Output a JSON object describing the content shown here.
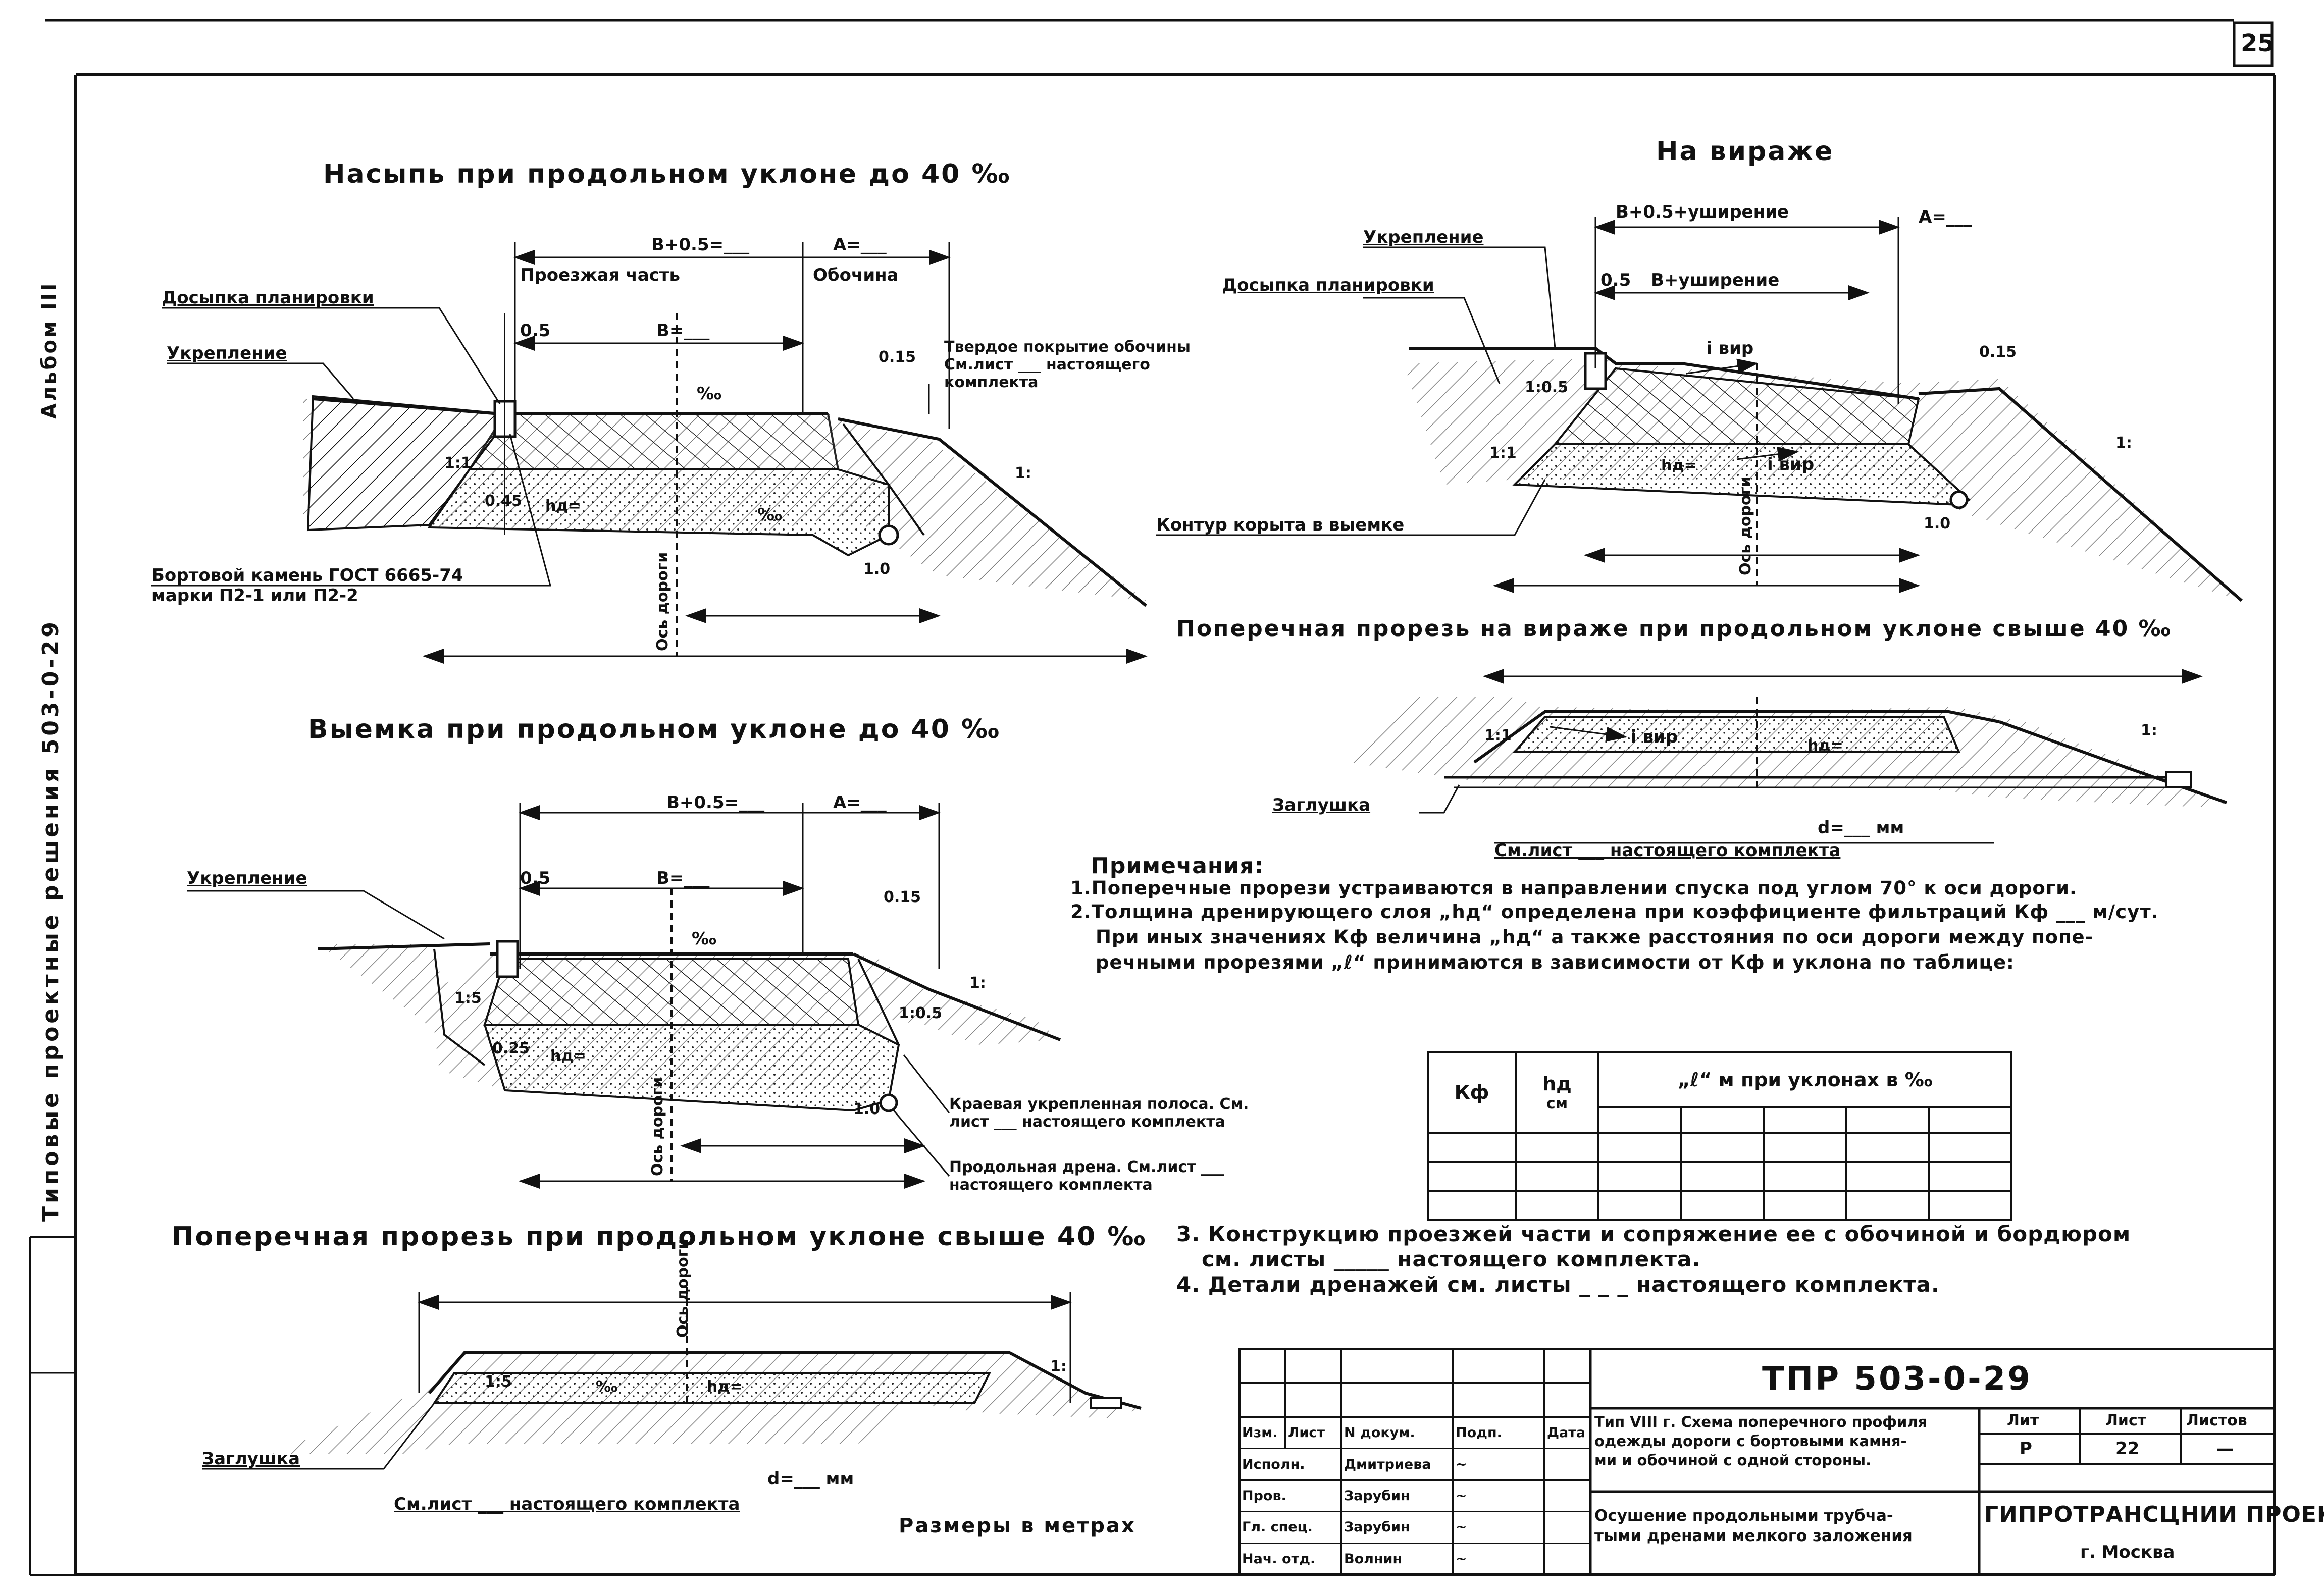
{
  "sheet_number": "25",
  "side_caption": "Типовые проектные решения  503-0-29",
  "album": "Альбом III",
  "sections": {
    "embankment": {
      "title": "Насыпь при продольном уклоне до 40 ‰",
      "dim_total": "В+0.5=___",
      "dim_a": "А=___",
      "carriageway": "Проезжая часть",
      "shoulder": "Обочина",
      "dim_05": "0.5",
      "dim_b": "В=___",
      "dim_015": "0.15",
      "slope_permille": "‰",
      "slope_permille2": "‰",
      "label_dosypka": "Досыпка планировки",
      "label_ukreplenie": "Укрепление",
      "label_hard_cover": "Твердое покрытие обочины",
      "label_see_sheet": "См.лист ___ настоящего",
      "label_kit": "комплекта",
      "label_curb": "Бортовой камень ГОСТ 6665-74",
      "label_curb2": "марки П2-1 или П2-2",
      "axis": "Ось дороги",
      "hd": "hд=",
      "dim_045": "0.45",
      "slope_11": "1:1",
      "dim_10": "1.0",
      "slope_1": "1:",
      "dash": "— — —"
    },
    "cutting": {
      "title": "Выемка при продольном уклоне до 40 ‰",
      "dim_total": "В+0.5=___",
      "dim_a": "А=___",
      "dim_05": "0.5",
      "dim_b": "В=___",
      "dim_015": "0.15",
      "label_ukreplenie": "Укрепление",
      "label_edge": "Краевая укрепленная полоса. См.",
      "label_edge2": "лист ___ настоящего комплекта",
      "label_drain": "Продольная дрена. См.лист ___",
      "label_drain2": "настоящего комплекта",
      "axis": "Ось дороги",
      "hd": "hд=",
      "dim_025": "0.25",
      "slope_15": "1:5",
      "slope_05": "1:0.5",
      "dim_10": "1.0",
      "slope_1": "1:",
      "permille": "‰"
    },
    "transverse": {
      "title": "Поперечная прорезь при продольном уклоне свыше 40 ‰",
      "axis": "Ось дороги",
      "plug": "Заглушка",
      "d": "d=___ мм",
      "see": "См.лист ___ настоящего комплекта",
      "hd": "hд=",
      "permille": "‰",
      "slope_15": "1:5",
      "slope_1": "1:",
      "units": "Размеры в метрах",
      "dash": "— — —"
    },
    "curve": {
      "title": "На вираже",
      "dim_total": "В+0.5+уширение",
      "dim_a": "А=___",
      "dim_05": "0.5",
      "dim_b": "В+уширение",
      "dim_015": "0.15",
      "i_vir": "i вир",
      "label_ukreplenie": "Укрепление",
      "label_dosypka": "Досыпка планировки",
      "label_contour": "Контур корыта в выемке",
      "axis": "Ось дороги",
      "hd": "hд=",
      "slope_11": "1:1",
      "slope_05": "1:0.5",
      "dim_10": "1.0",
      "slope_1": "1:"
    },
    "curve_transverse": {
      "title": "Поперечная прорезь на вираже при продольном уклоне свыше 40 ‰",
      "plug": "Заглушка",
      "d": "d=___ мм",
      "see": "См.лист ___ настоящего комплекта",
      "i_vir": "i вир",
      "hd": "hд=",
      "slope_11": "1:1",
      "slope_1": "1:"
    }
  },
  "notes": {
    "heading": "Примечания:",
    "n1": "1.Поперечные прорези устраиваются в направлении спуска под углом 70° к оси дороги.",
    "n2a": "2.Толщина дренирующего слоя „hд“ определена при коэффициенте фильтраций Кф ___ м/сут.",
    "n2b": "При иных значениях Кф величина „hд“ а также расстояния по оси дороги между попе-",
    "n2c": "речными прорезями „ℓ“ принимаются в зависимости от Кф и уклона по таблице:",
    "n3a": "3. Конструкцию проезжей части и сопряжение ее с обочиной и бордюром",
    "n3b": "см. листы _____ настоящего комплекта.",
    "n4": "4. Детали дренажей см. листы _ _ _ настоящего комплекта."
  },
  "kf_table": {
    "col1": "Кф",
    "col2": "hд",
    "col2b": "см",
    "col3": "„ℓ“ м при уклонах в ‰"
  },
  "stamp": {
    "code": "ТПР 503-0-29",
    "headers": [
      "Изм.",
      "Лист",
      "N докум.",
      "Подп.",
      "Дата"
    ],
    "rows": [
      {
        "role": "Исполн.",
        "name": "Дмитриева"
      },
      {
        "role": "Пров.",
        "name": "Зарубин"
      },
      {
        "role": "Гл. спец.",
        "name": "Зарубин"
      },
      {
        "role": "Нач. отд.",
        "name": "Волнин"
      }
    ],
    "desc1": "Тип VIII г. Схема поперечного профиля",
    "desc2": "одежды дороги с бортовыми камня-",
    "desc3": "ми и обочиной с одной стороны.",
    "desc4": "Осушение продольными трубча-",
    "desc5": "тыми дренами мелкого заложения",
    "lit_h": "Лит",
    "sheet_h": "Лист",
    "sheets_h": "Листов",
    "lit": "Р",
    "sheet": "22",
    "sheets": "—",
    "org": "ГИПРОТРАНСЦНИИ ПРОЕКТ",
    "city": "г. Москва"
  }
}
